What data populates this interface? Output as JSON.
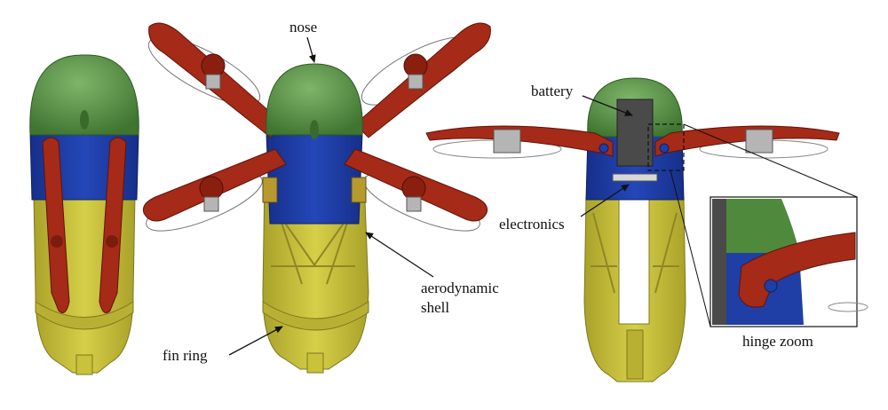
{
  "labels": {
    "nose": "nose",
    "battery": "battery",
    "electronics": "electronics",
    "aerodynamic_shell": [
      "aerodynamic",
      "shell"
    ],
    "fin_ring": "fin ring",
    "hinge_zoom": "hinge zoom"
  },
  "colors": {
    "nose_green": "#4f8a3c",
    "body_blue": "#1f3ea6",
    "arm_red": "#a52a17",
    "shell_yellow": "#c9c23a",
    "battery_gray": "#4a4a4a",
    "motor_gray": "#b5b5b5"
  },
  "views": [
    "folded-top-view",
    "deployed-view",
    "section-view",
    "hinge-zoom-inset"
  ]
}
